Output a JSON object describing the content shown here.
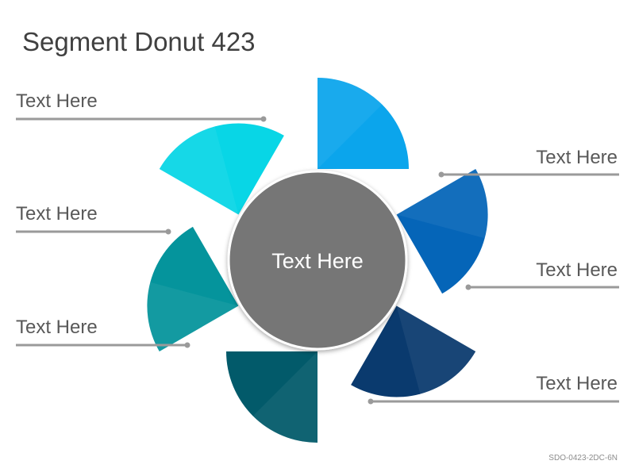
{
  "title": "Segment Donut 423",
  "center_label": "Text Here",
  "segments": [
    {
      "label": "Text Here",
      "color": "#0ba5ec",
      "side": "left"
    },
    {
      "label": "Text Here",
      "color": "#0565b8",
      "side": "right"
    },
    {
      "label": "Text Here",
      "color": "#0a3a6e",
      "side": "right"
    },
    {
      "label": "Text Here",
      "color": "#025a6a",
      "side": "right"
    },
    {
      "label": "Text Here",
      "color": "#05949c",
      "side": "left"
    },
    {
      "label": "Text Here",
      "color": "#08d6e6",
      "side": "left"
    }
  ],
  "center_color": "#767676",
  "footer_code": "SDO-0423-2DC-6N"
}
